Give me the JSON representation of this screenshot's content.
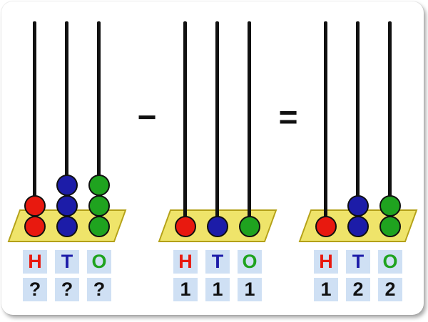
{
  "operators": {
    "minus": "−",
    "equals": "="
  },
  "colors": {
    "red": "#e8190f",
    "blue": "#1c1ca8",
    "green": "#1fa31f",
    "platform": "#efe46a",
    "platform_border": "#b3a018",
    "cell": "#cfe0f4",
    "bead_outline": "#101010",
    "rod": "#111111",
    "value_text": "#111111"
  },
  "abacuses": [
    {
      "id": "minuend",
      "places": [
        {
          "letter": "H",
          "color": "red"
        },
        {
          "letter": "T",
          "color": "blue"
        },
        {
          "letter": "O",
          "color": "green"
        }
      ],
      "beads": [
        {
          "color": "red",
          "count": 2
        },
        {
          "color": "blue",
          "count": 3
        },
        {
          "color": "green",
          "count": 3
        }
      ],
      "values": [
        "?",
        "?",
        "?"
      ]
    },
    {
      "id": "subtrahend",
      "places": [
        {
          "letter": "H",
          "color": "red"
        },
        {
          "letter": "T",
          "color": "blue"
        },
        {
          "letter": "O",
          "color": "green"
        }
      ],
      "beads": [
        {
          "color": "red",
          "count": 1
        },
        {
          "color": "blue",
          "count": 1
        },
        {
          "color": "green",
          "count": 1
        }
      ],
      "values": [
        "1",
        "1",
        "1"
      ]
    },
    {
      "id": "difference",
      "places": [
        {
          "letter": "H",
          "color": "red"
        },
        {
          "letter": "T",
          "color": "blue"
        },
        {
          "letter": "O",
          "color": "green"
        }
      ],
      "beads": [
        {
          "color": "red",
          "count": 1
        },
        {
          "color": "blue",
          "count": 2
        },
        {
          "color": "green",
          "count": 2
        }
      ],
      "values": [
        "1",
        "2",
        "2"
      ]
    }
  ]
}
